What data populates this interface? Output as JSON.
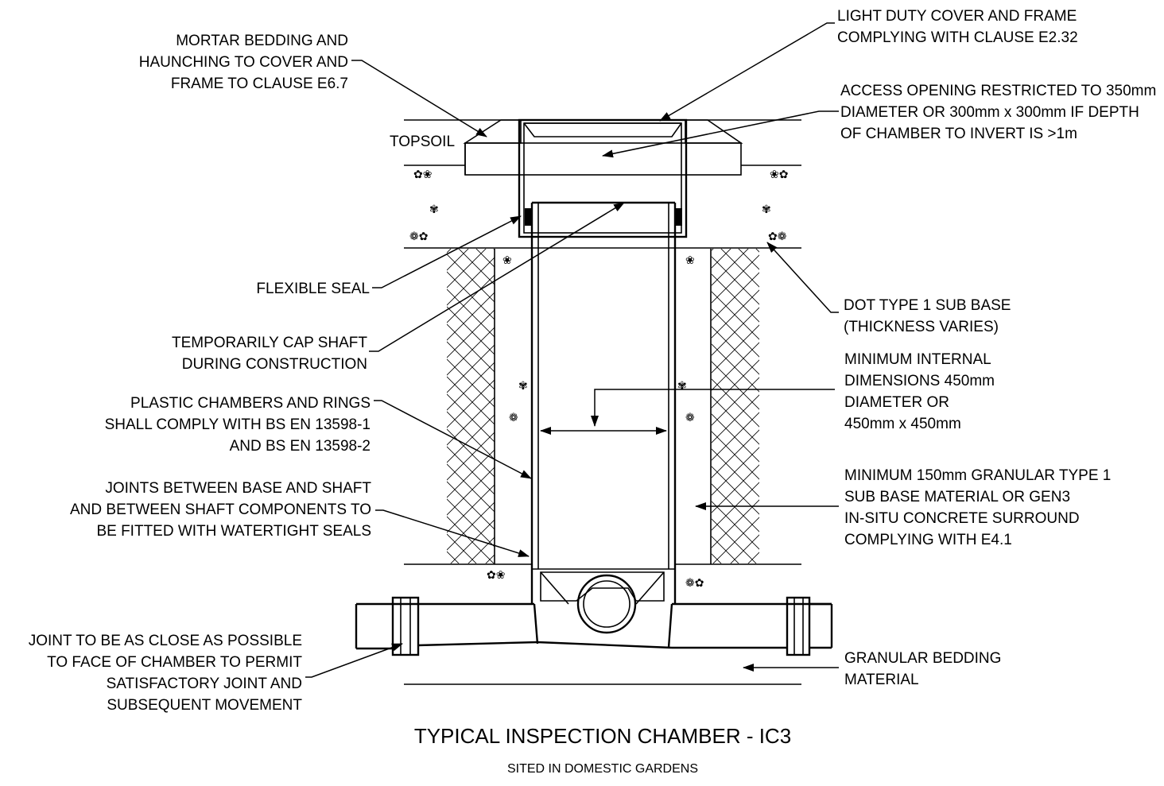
{
  "title": "TYPICAL INSPECTION CHAMBER - IC3",
  "subtitle": "SITED IN DOMESTIC GARDENS",
  "labels": {
    "mortar": [
      "MORTAR BEDDING AND",
      "HAUNCHING TO COVER AND",
      "FRAME TO CLAUSE E6.7"
    ],
    "topsoil": "TOPSOIL",
    "cover": [
      "LIGHT DUTY COVER AND FRAME",
      "COMPLYING WITH CLAUSE E2.32"
    ],
    "access": [
      "ACCESS OPENING RESTRICTED TO 350mm",
      "DIAMETER OR 300mm x 300mm IF DEPTH",
      "OF CHAMBER TO INVERT IS >1m"
    ],
    "seal": "FLEXIBLE SEAL",
    "cap": [
      "TEMPORARILY CAP SHAFT",
      "DURING CONSTRUCTION"
    ],
    "dot": [
      "DOT TYPE 1 SUB BASE",
      "(THICKNESS VARIES)"
    ],
    "internal": [
      "MINIMUM INTERNAL",
      "DIMENSIONS 450mm",
      "DIAMETER OR",
      "450mm x 450mm"
    ],
    "plastic": [
      "PLASTIC CHAMBERS AND RINGS",
      "SHALL COMPLY WITH BS EN 13598-1",
      "AND BS EN 13598-2"
    ],
    "granular": [
      "MINIMUM 150mm GRANULAR TYPE 1",
      "SUB BASE MATERIAL OR GEN3",
      "IN-SITU CONCRETE SURROUND",
      "COMPLYING WITH E4.1"
    ],
    "joints": [
      "JOINTS BETWEEN BASE AND SHAFT",
      "AND BETWEEN SHAFT COMPONENTS TO",
      "BE FITTED WITH WATERTIGHT SEALS"
    ],
    "joint_close": [
      "JOINT TO BE AS CLOSE AS POSSIBLE",
      "TO FACE OF CHAMBER TO PERMIT",
      "SATISFACTORY JOINT AND",
      "SUBSEQUENT MOVEMENT"
    ],
    "bedding": [
      "GRANULAR BEDDING",
      "MATERIAL"
    ]
  }
}
